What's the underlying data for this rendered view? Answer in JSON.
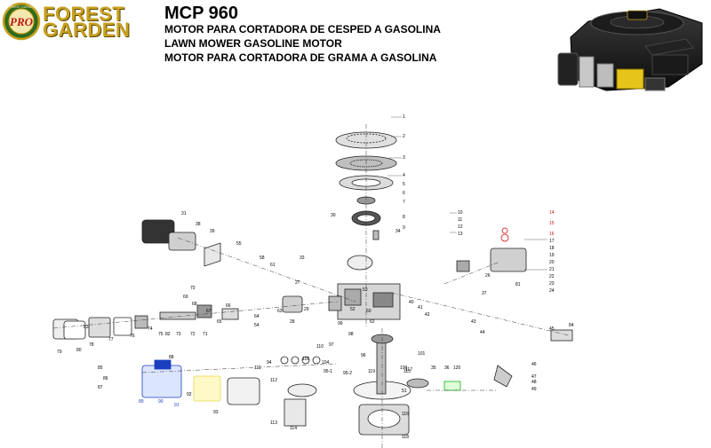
{
  "header": {
    "logo": {
      "badge": "PRO",
      "ring_text": "FOREST GARDEN",
      "name_line1": "FOREST",
      "name_line2": "GARDEN"
    },
    "model": "MCP 960",
    "lines": [
      "MOTOR PARA CORTADORA DE CESPED A GASOLINA",
      "LAWN MOWER GASOLINE MOTOR",
      "MOTOR PARA CORTADORA DE GRAMA A GASOLINA"
    ]
  },
  "colors": {
    "brand_gold": "#c8a020",
    "logo_green": "#2f6a1e",
    "highlight_red": "#d01010",
    "highlight_blue": "#1a3fbf",
    "highlight_yellow": "#e8d84a",
    "highlight_green": "#18b018"
  },
  "callouts": [
    "1",
    "2",
    "3",
    "4",
    "5",
    "6",
    "7",
    "8",
    "9",
    "10",
    "11",
    "12",
    "13",
    "14",
    "15",
    "16",
    "17",
    "18",
    "19",
    "20",
    "21",
    "22",
    "23",
    "24",
    "26",
    "27",
    "28",
    "29",
    "30",
    "31",
    "33",
    "34",
    "35",
    "36",
    "37",
    "38",
    "39",
    "40",
    "41",
    "42",
    "43",
    "44",
    "45",
    "46",
    "47",
    "48",
    "49",
    "50",
    "51",
    "52",
    "53",
    "54",
    "55",
    "58",
    "61",
    "62",
    "63",
    "64",
    "65",
    "66",
    "67",
    "68",
    "69",
    "70",
    "71",
    "72",
    "73",
    "74",
    "75",
    "76",
    "77",
    "78",
    "79",
    "80",
    "81",
    "82",
    "83",
    "84",
    "85",
    "86",
    "87",
    "88",
    "89",
    "90",
    "91",
    "92",
    "93",
    "94",
    "95-1",
    "95-2",
    "96",
    "97",
    "98",
    "99",
    "100",
    "101",
    "104",
    "105",
    "110",
    "111",
    "112",
    "113",
    "114",
    "115",
    "116",
    "117",
    "118",
    "119",
    "120"
  ]
}
